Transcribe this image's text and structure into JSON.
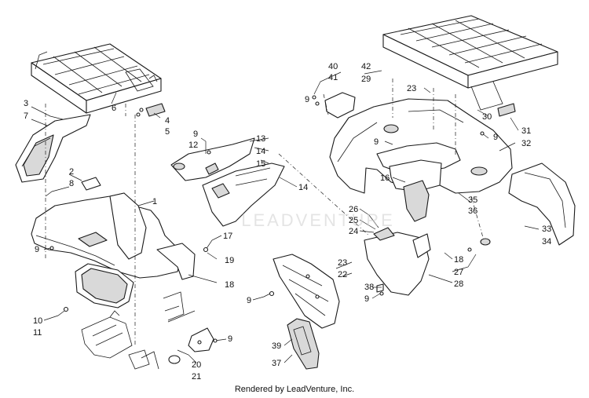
{
  "footer": "Rendered by LeadVenture, Inc.",
  "watermark": "LEADVENTURE",
  "callouts": [
    {
      "id": "c1",
      "text": "1"
    },
    {
      "id": "c2",
      "text": "2"
    },
    {
      "id": "c3",
      "text": "3"
    },
    {
      "id": "c4",
      "text": "4"
    },
    {
      "id": "c5",
      "text": "5"
    },
    {
      "id": "c6",
      "text": "6"
    },
    {
      "id": "c7",
      "text": "7"
    },
    {
      "id": "c8",
      "text": "8"
    },
    {
      "id": "c9a",
      "text": "9"
    },
    {
      "id": "c9b",
      "text": "9"
    },
    {
      "id": "c9c",
      "text": "9"
    },
    {
      "id": "c9d",
      "text": "9"
    },
    {
      "id": "c9e",
      "text": "9"
    },
    {
      "id": "c9f",
      "text": "9"
    },
    {
      "id": "c9g",
      "text": "9"
    },
    {
      "id": "c9h",
      "text": "9"
    },
    {
      "id": "c10",
      "text": "10"
    },
    {
      "id": "c11",
      "text": "11"
    },
    {
      "id": "c12",
      "text": "12"
    },
    {
      "id": "c13",
      "text": "13"
    },
    {
      "id": "c14a",
      "text": "14"
    },
    {
      "id": "c14b",
      "text": "14"
    },
    {
      "id": "c15",
      "text": "15"
    },
    {
      "id": "c16",
      "text": "16"
    },
    {
      "id": "c17",
      "text": "17"
    },
    {
      "id": "c18a",
      "text": "18"
    },
    {
      "id": "c18b",
      "text": "18"
    },
    {
      "id": "c19",
      "text": "19"
    },
    {
      "id": "c20",
      "text": "20"
    },
    {
      "id": "c21",
      "text": "21"
    },
    {
      "id": "c22",
      "text": "22"
    },
    {
      "id": "c23a",
      "text": "23"
    },
    {
      "id": "c23b",
      "text": "23"
    },
    {
      "id": "c24",
      "text": "24"
    },
    {
      "id": "c25",
      "text": "25"
    },
    {
      "id": "c26",
      "text": "26"
    },
    {
      "id": "c27",
      "text": "27"
    },
    {
      "id": "c28",
      "text": "28"
    },
    {
      "id": "c29",
      "text": "29"
    },
    {
      "id": "c30",
      "text": "30"
    },
    {
      "id": "c31",
      "text": "31"
    },
    {
      "id": "c32",
      "text": "32"
    },
    {
      "id": "c33",
      "text": "33"
    },
    {
      "id": "c34",
      "text": "34"
    },
    {
      "id": "c35",
      "text": "35"
    },
    {
      "id": "c36",
      "text": "36"
    },
    {
      "id": "c37",
      "text": "37"
    },
    {
      "id": "c38",
      "text": "38"
    },
    {
      "id": "c39",
      "text": "39"
    },
    {
      "id": "c40",
      "text": "40"
    },
    {
      "id": "c41",
      "text": "41"
    },
    {
      "id": "c42",
      "text": "42"
    }
  ]
}
